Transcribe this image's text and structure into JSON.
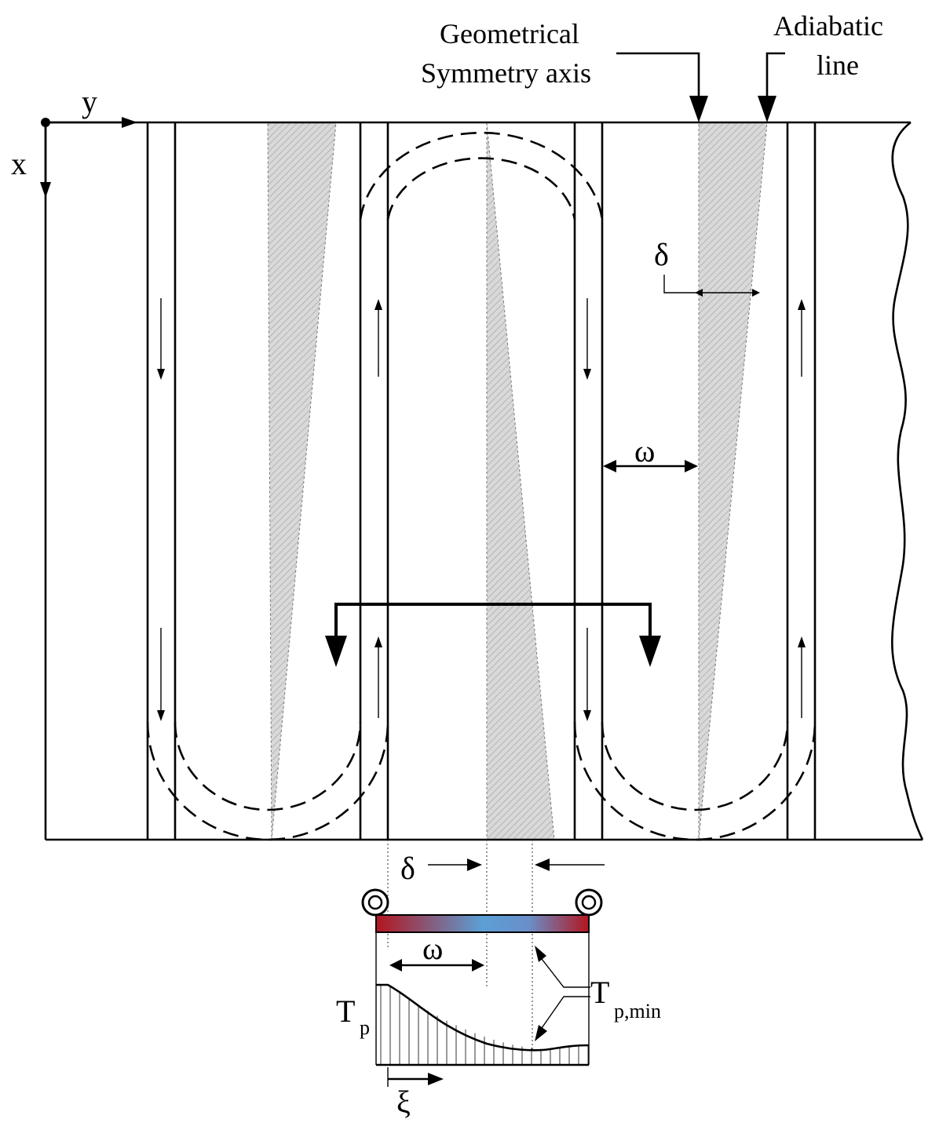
{
  "labels": {
    "symmetry_axis_line1": "Geometrical",
    "symmetry_axis_line2": "Symmetry axis",
    "adiabatic_line1": "Adiabatic",
    "adiabatic_line2": "line",
    "axis_y": "y",
    "axis_x": "x",
    "delta_top": "δ",
    "omega_top": "ω",
    "delta_bottom": "δ",
    "omega_bottom": "ω",
    "tp_main": "T",
    "tp_sub": "p",
    "tpmin_main": "T",
    "tpmin_sub": "p,min",
    "xi": "ξ"
  },
  "colors": {
    "stroke": "#000000",
    "hatch": "#bdbdbd",
    "bar_hot": "#b3151e",
    "bar_cold": "#5b9fd6"
  }
}
